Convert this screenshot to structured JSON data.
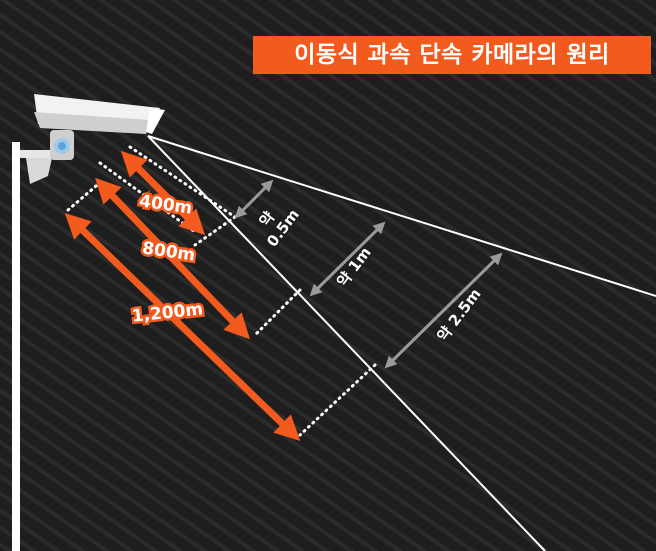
{
  "title": "이동식 과속 단속 카메라의 원리",
  "colors": {
    "accent": "#f25a1e",
    "background": "#1e1e1e",
    "stripe": "#2b2b2b",
    "beam": "#ffffff",
    "width_arrow": "#9a9a9a"
  },
  "distance_labels": [
    "400m",
    "800m",
    "1,200m"
  ],
  "width_labels": [
    "약\n0.5m",
    "약 1m",
    "약 2.5m"
  ],
  "icons": [
    "speed-camera-icon",
    "pole-icon"
  ]
}
